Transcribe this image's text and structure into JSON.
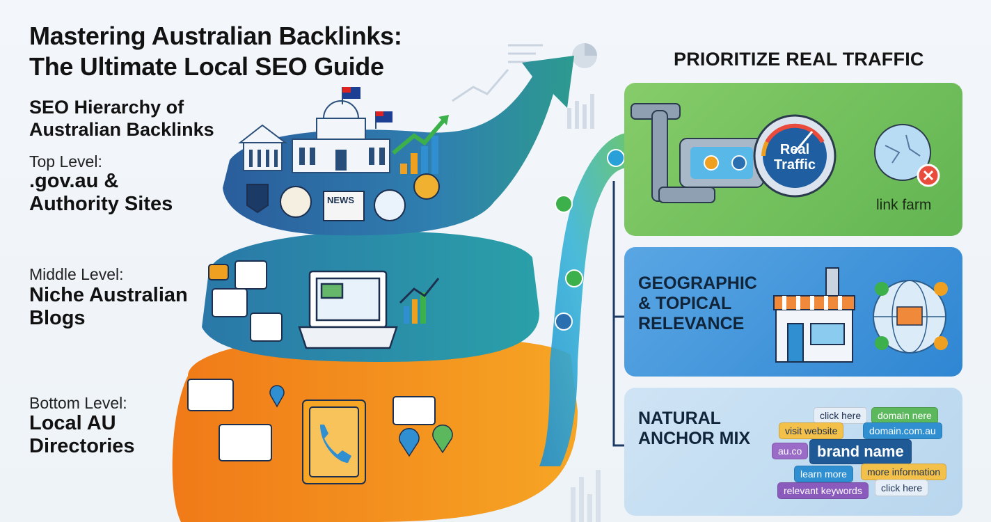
{
  "header": {
    "title_line1": "Mastering Australian Backlinks:",
    "title_line2": "The Ultimate Local SEO Guide"
  },
  "hierarchy": {
    "title_line1": "SEO Hierarchy of",
    "title_line2": "Australian Backlinks",
    "levels": [
      {
        "label": "Top Level:",
        "name_line1": ".gov.au &",
        "name_line2": "Authority Sites",
        "color": "#2f7fb0"
      },
      {
        "label": "Middle Level:",
        "name_line1": "Niche Australian",
        "name_line2": "Blogs",
        "color": "#2aa0a8"
      },
      {
        "label": "Bottom Level:",
        "name_line1": "Local AU",
        "name_line2": "Directories",
        "color": "#f28a1e"
      }
    ],
    "news_label": "NEWS"
  },
  "right": {
    "heading": "PRIORITIZE REAL TRAFFIC",
    "traffic": {
      "gauge_line1": "Real",
      "gauge_line2": "Traffic",
      "link_farm_label": "link farm",
      "color": "#6bbd57"
    },
    "relevance": {
      "line1": "GEOGRAPHIC",
      "line2": "& TOPICAL",
      "line3": "RELEVANCE",
      "color": "#3a90d8"
    },
    "anchor": {
      "line1": "NATURAL",
      "line2": "ANCHOR MIX",
      "tags": {
        "click_here_top": "click here",
        "domain_here": "domain nere",
        "visit_website": "visit website",
        "domain_com_au": "domain.com.au",
        "au_co": "au.co",
        "brand_name": "brand name",
        "learn_more": "learn more",
        "more_information": "more information",
        "relevant_keywords": "relevant keywords",
        "click_here_bottom": "click here"
      }
    }
  }
}
